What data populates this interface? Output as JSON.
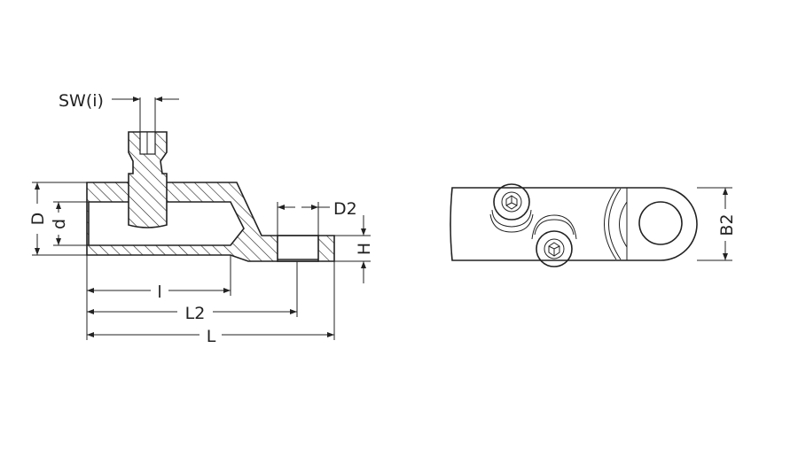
{
  "side_view": {
    "labels": {
      "sw": "SW(i)",
      "D": "D",
      "d": "d",
      "l": "l",
      "L2": "L2",
      "L": "L",
      "D2": "D2",
      "H": "H"
    }
  },
  "top_view": {
    "labels": {
      "B2": "B2"
    }
  }
}
